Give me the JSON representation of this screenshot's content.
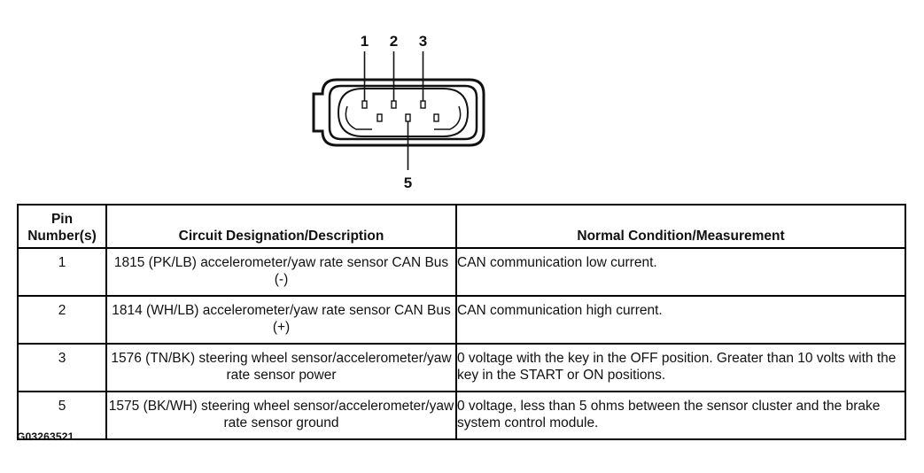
{
  "connector": {
    "pins_top": [
      "1",
      "2",
      "3"
    ],
    "pin_bottom": "5"
  },
  "table": {
    "headers": {
      "pin": "Pin Number(s)",
      "description": "Circuit Designation/Description",
      "condition": "Normal Condition/Measurement"
    },
    "rows": [
      {
        "pin": "1",
        "description": "1815 (PK/LB) accelerometer/yaw rate sensor CAN Bus (-)",
        "condition": "CAN communication low current."
      },
      {
        "pin": "2",
        "description": "1814 (WH/LB) accelerometer/yaw rate sensor CAN Bus (+)",
        "condition": "CAN communication high current."
      },
      {
        "pin": "3",
        "description": "1576 (TN/BK) steering wheel sensor/accelerometer/yaw rate sensor power",
        "condition": "0 voltage with the key in the OFF position. Greater than 10 volts with the key in the START or ON positions."
      },
      {
        "pin": "5",
        "description": "1575 (BK/WH) steering wheel sensor/accelerometer/yaw rate sensor ground",
        "condition": "0 voltage, less than 5 ohms between the sensor cluster and the brake system control module."
      }
    ]
  },
  "figure_id": "G03263521"
}
